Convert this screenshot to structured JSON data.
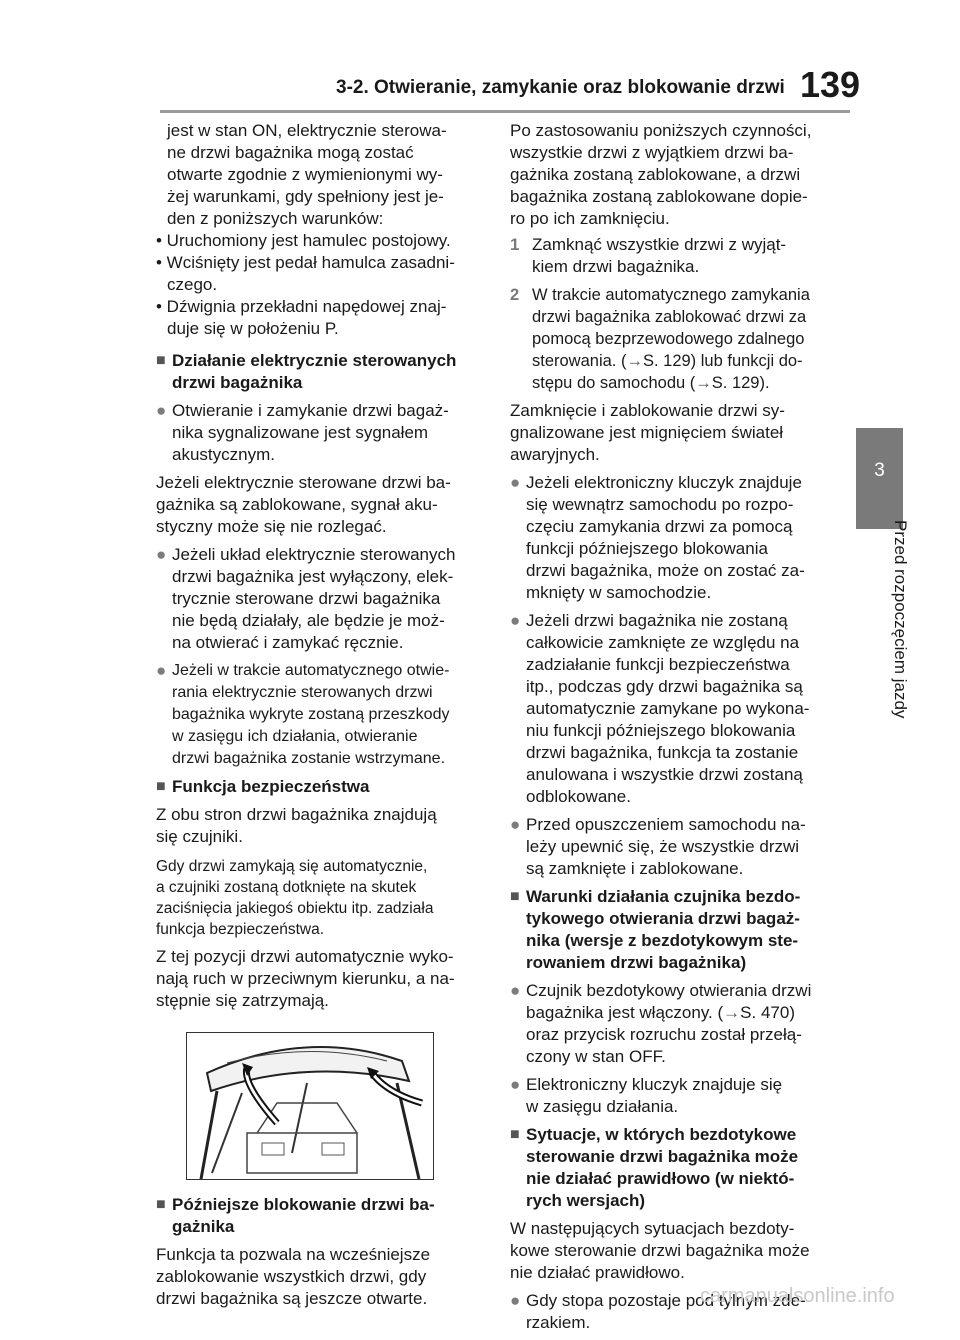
{
  "header": {
    "section": "3-2. Otwieranie, zamykanie oraz blokowanie drzwi",
    "page_number": "139"
  },
  "side_tab": {
    "number": "3",
    "label": "Przed rozpoczęciem jazdy"
  },
  "left": {
    "intro": [
      "jest w stan ON, elektrycznie sterowa-",
      "ne drzwi bagażnika mogą zostać",
      "otwarte zgodnie z wymienionymi wy-",
      "żej warunkami, gdy spełniony jest je-",
      "den z poniższych warunków:"
    ],
    "cond1": "• Uruchomiony jest hamulec postojowy.",
    "cond2a": "• Wciśnięty jest pedał hamulca zasadni-",
    "cond2b": "czego.",
    "cond3a": "• Dźwignia przekładni napędowej znaj-",
    "cond3b": "duje się w położeniu P.",
    "h1": [
      "Działanie elektrycznie sterowanych",
      "drzwi bagażnika"
    ],
    "b1": [
      "Otwieranie i zamykanie drzwi bagaż-",
      "nika sygnalizowane jest sygnałem",
      "akustycznym."
    ],
    "p1": [
      "Jeżeli elektrycznie sterowane drzwi ba-",
      "gażnika są zablokowane, sygnał aku-",
      "styczny może się nie rozlegać."
    ],
    "b2": [
      "Jeżeli układ elektrycznie sterowanych",
      "drzwi bagażnika jest wyłączony, elek-",
      "trycznie sterowane drzwi bagażnika",
      "nie będą działały, ale będzie je moż-",
      "na otwierać i zamykać ręcznie."
    ],
    "b3": [
      "Jeżeli w trakcie automatycznego otwie-",
      "rania elektrycznie sterowanych drzwi",
      "bagażnika wykryte zostaną przeszkody",
      "w zasięgu ich działania, otwieranie",
      "drzwi bagażnika zostanie wstrzymane."
    ],
    "h2": [
      "Funkcja bezpieczeństwa"
    ],
    "p2": [
      "Z obu stron drzwi bagażnika znajdują",
      "się czujniki."
    ],
    "p3": [
      "Gdy drzwi zamykają się automatycznie,",
      "a czujniki zostaną dotknięte na skutek",
      "zaciśnięcia jakiegoś obiektu itp. zadziała",
      "funkcja bezpieczeństwa."
    ],
    "p4": [
      "Z tej pozycji drzwi automatycznie wyko-",
      "nają ruch w przeciwnym kierunku, a na-",
      "stępnie się zatrzymają."
    ],
    "h3": [
      "Późniejsze blokowanie drzwi ba-",
      "gażnika"
    ],
    "p5": [
      "Funkcja ta pozwala na wcześniejsze",
      "zablokowanie wszystkich drzwi, gdy",
      "drzwi bagażnika są jeszcze otwarte."
    ]
  },
  "right": {
    "p1": [
      "Po zastosowaniu poniższych czynności,",
      "wszystkie drzwi z wyjątkiem drzwi ba-",
      "gażnika zostaną zablokowane, a drzwi",
      "bagażnika zostaną zablokowane dopie-",
      "ro po ich zamknięciu."
    ],
    "s1": {
      "n": "1",
      "lines": [
        "Zamknąć wszystkie drzwi z wyjąt-",
        "kiem drzwi bagażnika."
      ]
    },
    "s2": {
      "n": "2",
      "l1": "W trakcie automatycznego zamykania",
      "l2": "drzwi bagażnika zablokować drzwi za",
      "l3": "pomocą bezprzewodowego zdalnego",
      "l4a": "sterowania. (",
      "ref1": "S. 129) lub funkcji do-",
      "l5a": "stępu do samochodu (",
      "ref2": "S. 129)."
    },
    "p2": [
      "Zamknięcie i zablokowanie drzwi sy-",
      "gnalizowane jest mignięciem świateł",
      "awaryjnych."
    ],
    "b1": [
      "Jeżeli elektroniczny kluczyk znajduje",
      "się wewnątrz samochodu po rozpo-",
      "częciu zamykania drzwi za pomocą",
      "funkcji późniejszego blokowania",
      "drzwi bagażnika, może on zostać za-",
      "mknięty w samochodzie."
    ],
    "b2": [
      "Jeżeli drzwi bagażnika nie zostaną",
      "całkowicie zamknięte ze względu na",
      "zadziałanie funkcji bezpieczeństwa",
      "itp., podczas gdy drzwi bagażnika są",
      "automatycznie zamykane po wykona-",
      "niu funkcji późniejszego blokowania",
      "drzwi bagażnika, funkcja ta zostanie",
      "anulowana i wszystkie drzwi zostaną",
      "odblokowane."
    ],
    "b3": [
      "Przed opuszczeniem samochodu na-",
      "leży upewnić się, że wszystkie drzwi",
      "są zamknięte i zablokowane."
    ],
    "h1": [
      "Warunki działania czujnika bezdo-",
      "tykowego otwierania drzwi bagaż-",
      "nika (wersje z bezdotykowym ste-",
      "rowaniem drzwi bagażnika)"
    ],
    "b4": {
      "l1": "Czujnik bezdotykowy otwierania drzwi",
      "l2a": "bagażnika jest włączony. (",
      "ref": "S. 470)",
      "l3": "oraz przycisk rozruchu został przełą-",
      "l4": "czony w stan OFF."
    },
    "b5": [
      "Elektroniczny kluczyk znajduje się",
      "w zasięgu działania."
    ],
    "h2": [
      "Sytuacje, w których bezdotykowe",
      "sterowanie drzwi bagażnika może",
      "nie działać prawidłowo (w niektó-",
      "rych wersjach)"
    ],
    "p3": [
      "W następujących sytuacjach bezdoty-",
      "kowe sterowanie drzwi bagażnika może",
      "nie działać prawidłowo."
    ],
    "b6": [
      "Gdy stopa pozostaje pod tylnym zde-",
      "rzakiem."
    ]
  },
  "footer": {
    "watermark": "carmanualsonline.info"
  }
}
